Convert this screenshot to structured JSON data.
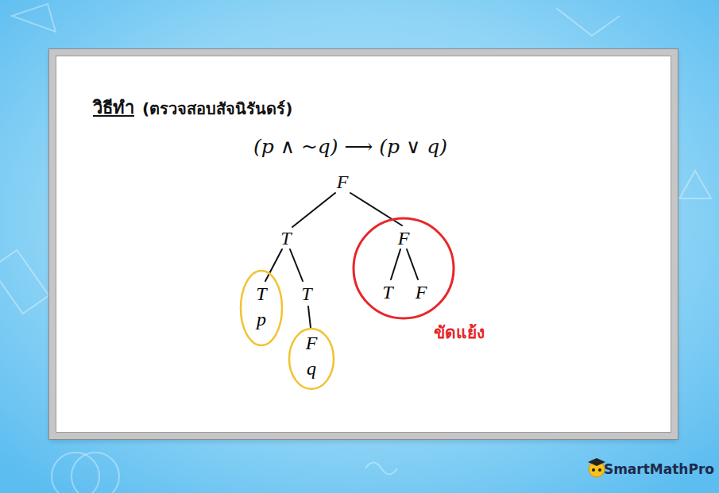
{
  "diagram": {
    "nodes": [
      {
        "text": [
          "T",
          "p"
        ]
      },
      {
        "text": [
          "F",
          "q"
        ]
      },
      {
        "text": [
          "F",
          "T",
          "F"
        ]
      }
    ],
    "labels": [
      "วิธีทำ",
      "(ตรวจสอบสัจนิรันดร์)",
      "(p ∧ ~q) ⟶ (p ∨ q)",
      "F",
      "T",
      "T",
      "ขัดแย้ง",
      "SmartMathPro"
    ]
  }
}
